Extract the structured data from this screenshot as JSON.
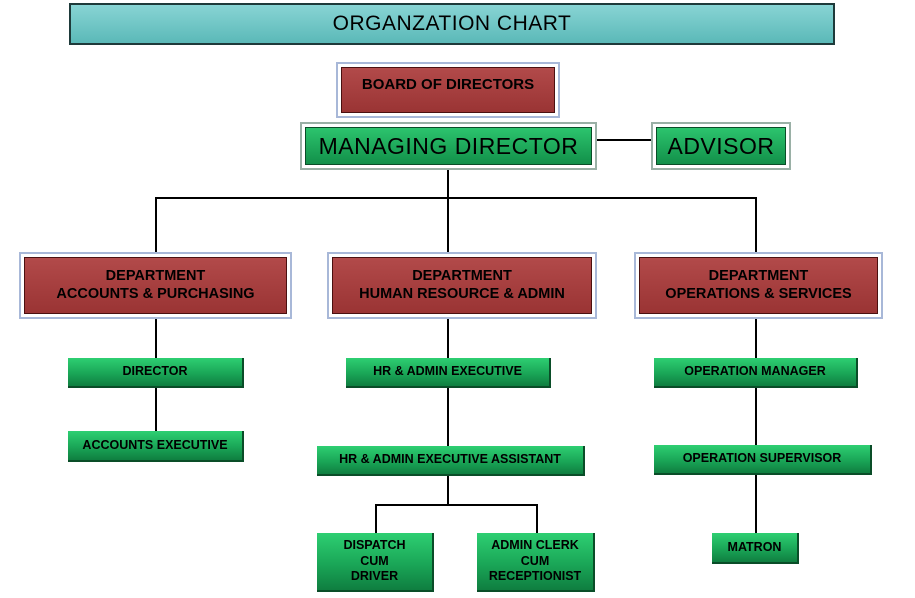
{
  "title": "ORGANZATION CHART",
  "board": "BOARD OF DIRECTORS",
  "managing_director": "MANAGING DIRECTOR",
  "advisor": "ADVISOR",
  "departments": {
    "accounts": "DEPARTMENT\nACCOUNTS & PURCHASING",
    "hr": "DEPARTMENT\nHUMAN RESOURCE & ADMIN",
    "operations": "DEPARTMENT\nOPERATIONS & SERVICES"
  },
  "accounts_roles": {
    "director": "DIRECTOR",
    "accounts_executive": "ACCOUNTS EXECUTIVE"
  },
  "hr_roles": {
    "hr_admin_executive": "HR & ADMIN EXECUTIVE",
    "hr_admin_executive_assistant": "HR & ADMIN EXECUTIVE ASSISTANT",
    "dispatch": "DISPATCH\nCUM\nDRIVER",
    "admin_clerk": "ADMIN CLERK\nCUM\nRECEPTIONIST"
  },
  "operations_roles": {
    "operation_manager": "OPERATION MANAGER",
    "operation_supervisor": "OPERATION SUPERVISOR",
    "matron": "MATRON"
  },
  "colors": {
    "title_fill": "#6cc4c4",
    "department_fill": "#a63e3e",
    "role_fill": "#1aa657"
  }
}
